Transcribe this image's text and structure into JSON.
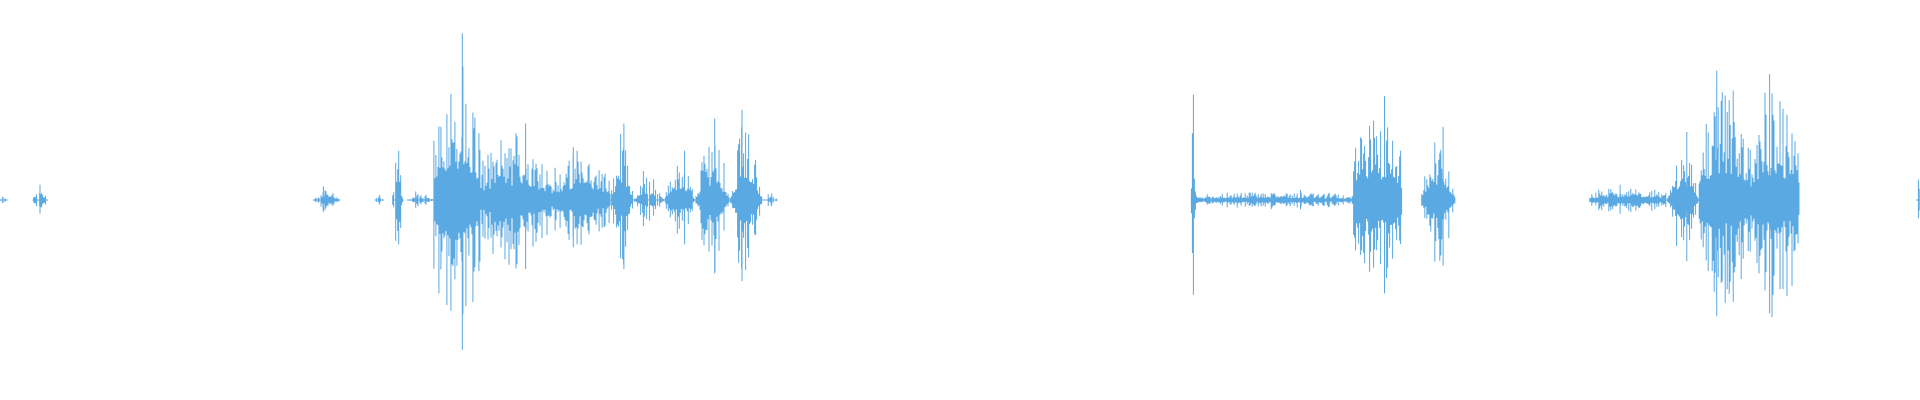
{
  "waveform": {
    "color": "#5aa9e2",
    "background": "#ffffff",
    "duration_fraction_note": "",
    "segments": [
      {
        "start": 0.0,
        "end": 0.004,
        "peak": 0.02,
        "density": 0.5
      },
      {
        "start": 0.017,
        "end": 0.025,
        "peak": 0.09,
        "density": 0.8
      },
      {
        "start": 0.163,
        "end": 0.177,
        "peak": 0.08,
        "density": 0.8
      },
      {
        "start": 0.195,
        "end": 0.2,
        "peak": 0.03,
        "density": 0.6
      },
      {
        "start": 0.204,
        "end": 0.21,
        "peak": 0.29,
        "density": 0.8
      },
      {
        "start": 0.212,
        "end": 0.226,
        "peak": 0.05,
        "density": 0.9
      },
      {
        "start": 0.226,
        "end": 0.25,
        "peak": 0.98,
        "density": 1.0
      },
      {
        "start": 0.25,
        "end": 0.286,
        "peak": 0.45,
        "density": 1.0
      },
      {
        "start": 0.286,
        "end": 0.318,
        "peak": 0.31,
        "density": 1.0
      },
      {
        "start": 0.318,
        "end": 0.33,
        "peak": 0.45,
        "density": 1.0
      },
      {
        "start": 0.33,
        "end": 0.346,
        "peak": 0.17,
        "density": 0.9
      },
      {
        "start": 0.346,
        "end": 0.362,
        "peak": 0.29,
        "density": 1.0
      },
      {
        "start": 0.362,
        "end": 0.38,
        "peak": 0.48,
        "density": 1.0
      },
      {
        "start": 0.38,
        "end": 0.397,
        "peak": 0.53,
        "density": 1.0
      },
      {
        "start": 0.397,
        "end": 0.405,
        "peak": 0.04,
        "density": 0.5
      },
      {
        "start": 0.62,
        "end": 0.623,
        "peak": 0.62,
        "density": 1.0
      },
      {
        "start": 0.623,
        "end": 0.705,
        "peak": 0.06,
        "density": 1.0
      },
      {
        "start": 0.705,
        "end": 0.73,
        "peak": 0.61,
        "density": 1.0
      },
      {
        "start": 0.74,
        "end": 0.758,
        "peak": 0.43,
        "density": 1.0
      },
      {
        "start": 0.828,
        "end": 0.868,
        "peak": 0.09,
        "density": 1.0
      },
      {
        "start": 0.868,
        "end": 0.885,
        "peak": 0.4,
        "density": 1.0
      },
      {
        "start": 0.885,
        "end": 0.912,
        "peak": 0.76,
        "density": 1.0
      },
      {
        "start": 0.912,
        "end": 0.937,
        "peak": 0.74,
        "density": 1.0
      },
      {
        "start": 0.998,
        "end": 1.0,
        "peak": 0.12,
        "density": 0.5
      }
    ]
  }
}
